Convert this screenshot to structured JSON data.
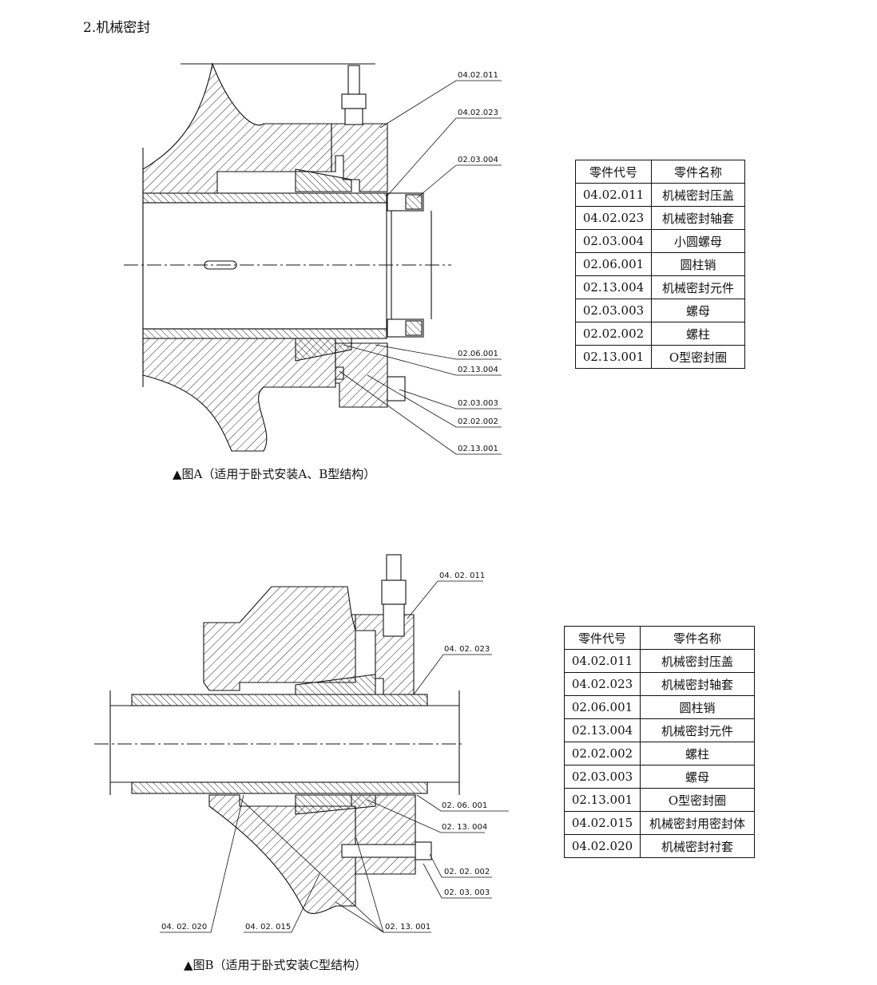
{
  "section_title": "2.机械密封",
  "figure_a": {
    "caption": "▲图A（适用于卧式安装A、B型结构）",
    "callouts": [
      "04.02.011",
      "04.02.023",
      "02.03.004",
      "02.06.001",
      "02.13.004",
      "02.03.003",
      "02.02.002",
      "02.13.001"
    ],
    "table": {
      "headers": [
        "零件代号",
        "零件名称"
      ],
      "rows": [
        [
          "04.02.011",
          "机械密封压盖"
        ],
        [
          "04.02.023",
          "机械密封轴套"
        ],
        [
          "02.03.004",
          "小圆螺母"
        ],
        [
          "02.06.001",
          "圆柱销"
        ],
        [
          "02.13.004",
          "机械密封元件"
        ],
        [
          "02.03.003",
          "螺母"
        ],
        [
          "02.02.002",
          "螺柱"
        ],
        [
          "02.13.001",
          "O型密封圈"
        ]
      ]
    }
  },
  "figure_b": {
    "caption": "▲图B（适用于卧式安装C型结构）",
    "callouts": [
      "04. 02. 011",
      "04. 02. 023",
      "02. 06. 001",
      "02. 13. 004",
      "02. 02. 002",
      "02. 03. 003",
      "02. 13. 001",
      "04. 02. 015",
      "04. 02. 020"
    ],
    "table": {
      "headers": [
        "零件代号",
        "零件名称"
      ],
      "rows": [
        [
          "04.02.011",
          "机械密封压盖"
        ],
        [
          "04.02.023",
          "机械密封轴套"
        ],
        [
          "02.06.001",
          "圆柱销"
        ],
        [
          "02.13.004",
          "机械密封元件"
        ],
        [
          "02.02.002",
          "螺柱"
        ],
        [
          "02.03.003",
          "螺母"
        ],
        [
          "02.13.001",
          "O型密封圈"
        ],
        [
          "04.02.015",
          "机械密封用密封体"
        ],
        [
          "04.02.020",
          "机械密封衬套"
        ]
      ]
    }
  }
}
